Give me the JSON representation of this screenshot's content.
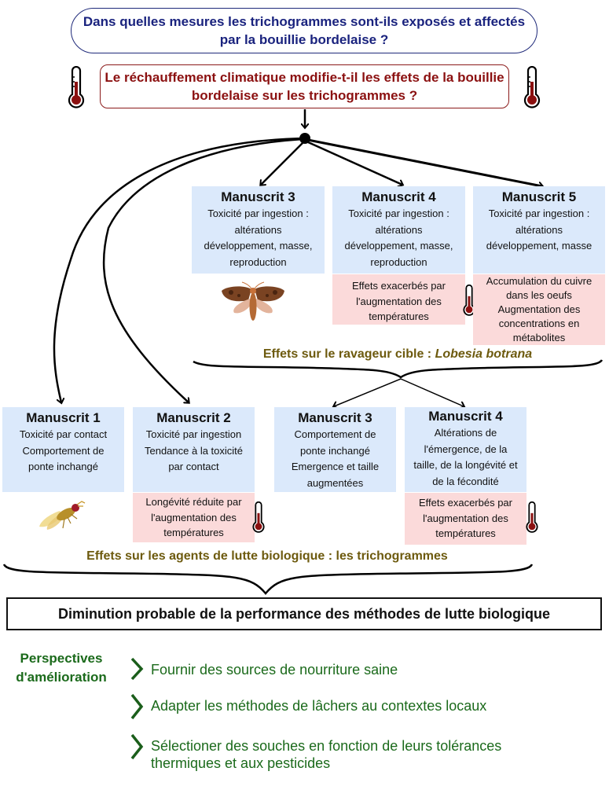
{
  "questions": {
    "main": "Dans quelles mesures les trichogrammes sont-ils exposés et affectés par la bouillie bordelaise ?",
    "climate": "Le réchauffement climatique modifie-t-il les effets de la bouillie bordelaise sur les trichogrammes ?"
  },
  "pest_effects": {
    "label_prefix": "Effets sur le ravageur cible : ",
    "label_species": "Lobesia botrana",
    "manuscripts": [
      {
        "title": "Manuscrit 3",
        "lines": [
          "Toxicité par ingestion :",
          "altérations",
          "développement, masse,",
          "reproduction"
        ]
      },
      {
        "title": "Manuscrit 4",
        "lines": [
          "Toxicité par ingestion :",
          "altérations",
          "développement, masse,",
          "reproduction"
        ],
        "temperature_note": [
          "Effets exacerbés par",
          "l'augmentation des",
          "températures"
        ]
      },
      {
        "title": "Manuscrit 5",
        "lines": [
          "Toxicité par ingestion :",
          "altérations",
          "développement, masse"
        ],
        "temperature_note": [
          "Accumulation du cuivre",
          "dans les oeufs",
          "Augmentation des",
          "concentrations en",
          "métabolites"
        ]
      }
    ]
  },
  "agent_effects": {
    "label": "Effets sur les agents de lutte biologique : les trichogrammes",
    "manuscripts": [
      {
        "title": "Manuscrit 1",
        "lines": [
          "Toxicité par contact",
          "Comportement de",
          "ponte inchangé"
        ]
      },
      {
        "title": "Manuscrit 2",
        "lines": [
          "Toxicité par ingestion",
          "Tendance à la toxicité",
          "par contact"
        ],
        "temperature_note": [
          "Longévité réduite par",
          "l'augmentation des",
          "températures"
        ]
      },
      {
        "title": "Manuscrit 3",
        "lines": [
          "Comportement de",
          "ponte inchangé",
          "Emergence et taille",
          "augmentées"
        ]
      },
      {
        "title": "Manuscrit 4",
        "lines": [
          "Altérations de",
          "l'émergence, de la",
          "taille, de la longévité et",
          "de la fécondité"
        ],
        "temperature_note": [
          "Effets exacerbés par",
          "l'augmentation des",
          "températures"
        ]
      }
    ]
  },
  "conclusion": "Diminution probable de la performance des méthodes de lutte biologique",
  "perspectives": {
    "title_line1": "Perspectives",
    "title_line2": "d'amélioration",
    "items": [
      [
        "Fournir des sources de nourriture saine"
      ],
      [
        "Adapter les méthodes de lâchers au contextes locaux"
      ],
      [
        "Sélectioner des souches en fonction de leurs tolérances",
        "thermiques et aux pesticides"
      ]
    ]
  },
  "colors": {
    "question_blue": "#1a237e",
    "question_red": "#8b1010",
    "box_blue": "#dbe9fb",
    "box_pink": "#fbdada",
    "section_label": "#6d5a0e",
    "perspective_green": "#1b6a1b"
  },
  "icons": {
    "thermometer": "thermometer-icon",
    "moth": "moth-icon",
    "wasp": "trichogramma-icon",
    "chevron": "chevron-right-icon"
  }
}
